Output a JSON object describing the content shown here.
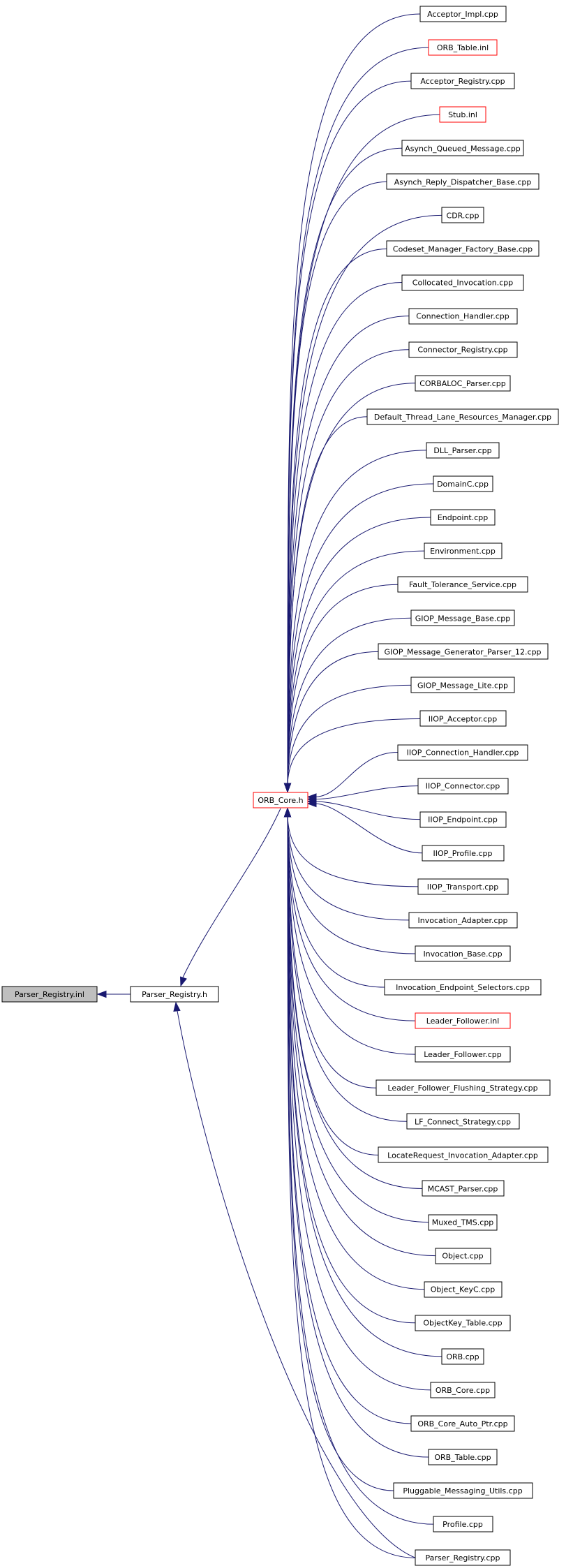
{
  "diagram": {
    "root": "Parser_Registry.inl",
    "header": "Parser_Registry.h",
    "core": "ORB_Core.h",
    "files": [
      {
        "label": "Acceptor_Impl.cpp",
        "red": false
      },
      {
        "label": "ORB_Table.inl",
        "red": true
      },
      {
        "label": "Acceptor_Registry.cpp",
        "red": false
      },
      {
        "label": "Stub.inl",
        "red": true
      },
      {
        "label": "Asynch_Queued_Message.cpp",
        "red": false
      },
      {
        "label": "Asynch_Reply_Dispatcher_Base.cpp",
        "red": false
      },
      {
        "label": "CDR.cpp",
        "red": false
      },
      {
        "label": "Codeset_Manager_Factory_Base.cpp",
        "red": false
      },
      {
        "label": "Collocated_Invocation.cpp",
        "red": false
      },
      {
        "label": "Connection_Handler.cpp",
        "red": false
      },
      {
        "label": "Connector_Registry.cpp",
        "red": false
      },
      {
        "label": "CORBALOC_Parser.cpp",
        "red": false
      },
      {
        "label": "Default_Thread_Lane_Resources_Manager.cpp",
        "red": false
      },
      {
        "label": "DLL_Parser.cpp",
        "red": false
      },
      {
        "label": "DomainC.cpp",
        "red": false
      },
      {
        "label": "Endpoint.cpp",
        "red": false
      },
      {
        "label": "Environment.cpp",
        "red": false
      },
      {
        "label": "Fault_Tolerance_Service.cpp",
        "red": false
      },
      {
        "label": "GIOP_Message_Base.cpp",
        "red": false
      },
      {
        "label": "GIOP_Message_Generator_Parser_12.cpp",
        "red": false
      },
      {
        "label": "GIOP_Message_Lite.cpp",
        "red": false
      },
      {
        "label": "IIOP_Acceptor.cpp",
        "red": false
      },
      {
        "label": "IIOP_Connection_Handler.cpp",
        "red": false
      },
      {
        "label": "IIOP_Connector.cpp",
        "red": false
      },
      {
        "label": "IIOP_Endpoint.cpp",
        "red": false
      },
      {
        "label": "IIOP_Profile.cpp",
        "red": false
      },
      {
        "label": "IIOP_Transport.cpp",
        "red": false
      },
      {
        "label": "Invocation_Adapter.cpp",
        "red": false
      },
      {
        "label": "Invocation_Base.cpp",
        "red": false
      },
      {
        "label": "Invocation_Endpoint_Selectors.cpp",
        "red": false
      },
      {
        "label": "Leader_Follower.inl",
        "red": true
      },
      {
        "label": "Leader_Follower.cpp",
        "red": false
      },
      {
        "label": "Leader_Follower_Flushing_Strategy.cpp",
        "red": false
      },
      {
        "label": "LF_Connect_Strategy.cpp",
        "red": false
      },
      {
        "label": "LocateRequest_Invocation_Adapter.cpp",
        "red": false
      },
      {
        "label": "MCAST_Parser.cpp",
        "red": false
      },
      {
        "label": "Muxed_TMS.cpp",
        "red": false
      },
      {
        "label": "Object.cpp",
        "red": false
      },
      {
        "label": "Object_KeyC.cpp",
        "red": false
      },
      {
        "label": "ObjectKey_Table.cpp",
        "red": false
      },
      {
        "label": "ORB.cpp",
        "red": false
      },
      {
        "label": "ORB_Core.cpp",
        "red": false
      },
      {
        "label": "ORB_Core_Auto_Ptr.cpp",
        "red": false
      },
      {
        "label": "ORB_Table.cpp",
        "red": false
      },
      {
        "label": "Pluggable_Messaging_Utils.cpp",
        "red": false
      },
      {
        "label": "Profile.cpp",
        "red": false
      },
      {
        "label": "Parser_Registry.cpp",
        "red": false
      }
    ],
    "colors": {
      "edge": "#191970",
      "red_border": "#ff0000",
      "root_fill": "#bfbfbf"
    }
  }
}
